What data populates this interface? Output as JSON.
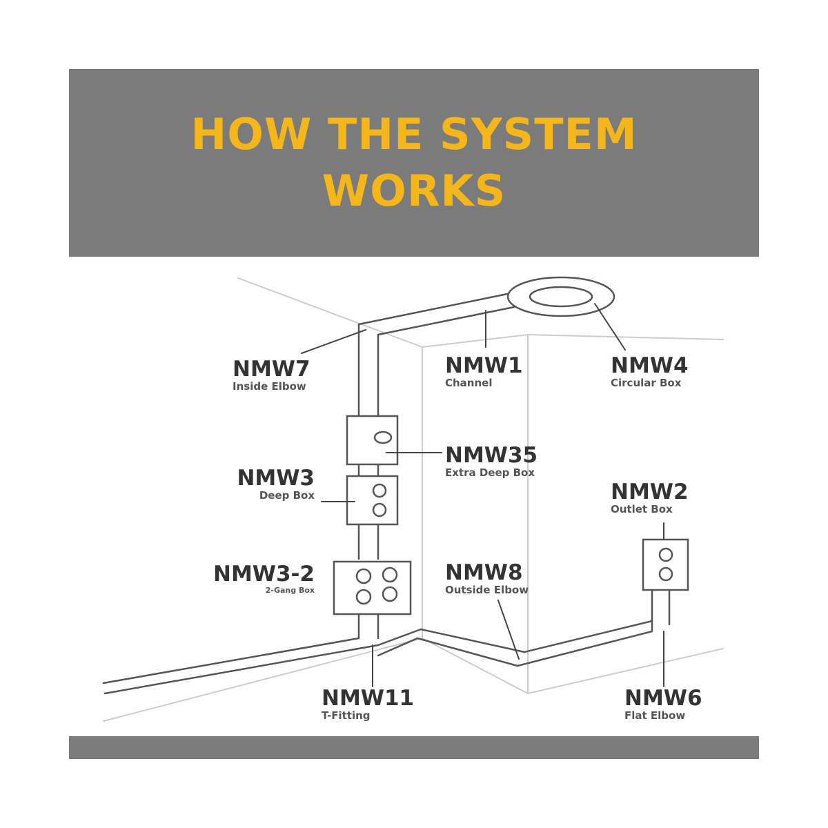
{
  "header": {
    "title_line1": "HOW THE SYSTEM",
    "title_line2": "WORKS"
  },
  "colors": {
    "banner": "#7b7b7b",
    "title": "#f4b619",
    "text": "#333333"
  },
  "parts": [
    {
      "code": "NMW7",
      "name": "Inside Elbow"
    },
    {
      "code": "NMW1",
      "name": "Channel"
    },
    {
      "code": "NMW4",
      "name": "Circular Box"
    },
    {
      "code": "NMW35",
      "name": "Extra Deep Box"
    },
    {
      "code": "NMW3",
      "name": "Deep Box"
    },
    {
      "code": "NMW2",
      "name": "Outlet Box"
    },
    {
      "code": "NMW3-2",
      "name": "2-Gang Box"
    },
    {
      "code": "NMW8",
      "name": "Outside Elbow"
    },
    {
      "code": "NMW11",
      "name": "T-Fitting"
    },
    {
      "code": "NMW6",
      "name": "Flat Elbow"
    }
  ]
}
